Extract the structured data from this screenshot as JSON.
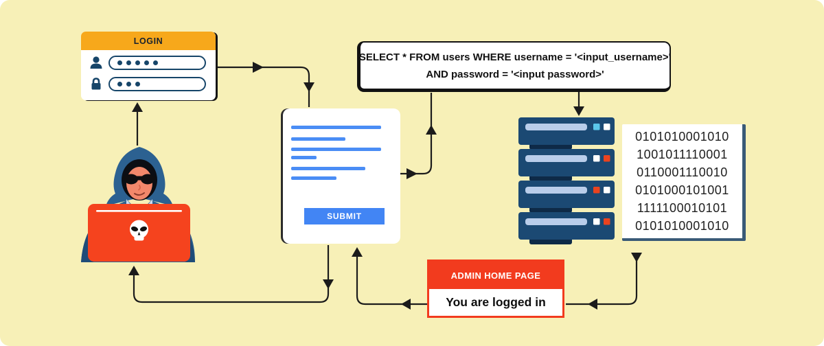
{
  "login_card": {
    "title": "LOGIN",
    "username_dots": 5,
    "password_dots": 3
  },
  "form_card": {
    "submit_label": "SUBMIT"
  },
  "sql_box": {
    "line1": "SELECT * FROM users WHERE username = '<input_username>'",
    "line2": "AND password = '<input password>'"
  },
  "server_stack": {
    "units": 4,
    "led_colors": [
      [
        "cyan",
        "white"
      ],
      [
        "white",
        "red"
      ],
      [
        "red",
        "white"
      ],
      [
        "white",
        "red"
      ]
    ]
  },
  "binary_card": {
    "lines": [
      "0101010001010",
      "1001011110001",
      "0110001110010",
      "0101000101001",
      "1111100010101",
      "0101010001010"
    ]
  },
  "admin_box": {
    "header": "ADMIN HOME PAGE",
    "body": "You are logged in"
  },
  "icons": {
    "user": "user-icon",
    "lock": "lock-icon",
    "skull": "skull-icon",
    "sunglasses": "sunglasses-icon"
  },
  "colors": {
    "background": "#F7F0B7",
    "orange": "#F7A81B",
    "red": "#F2401E",
    "laptop_red": "#F5431E",
    "blue": "#4285F4",
    "navy": "#1B4973",
    "navy_dark": "#0E2A47",
    "led_cyan": "#5BC6EA",
    "led_red": "#EA431F",
    "arrow": "#1B1B1B"
  }
}
